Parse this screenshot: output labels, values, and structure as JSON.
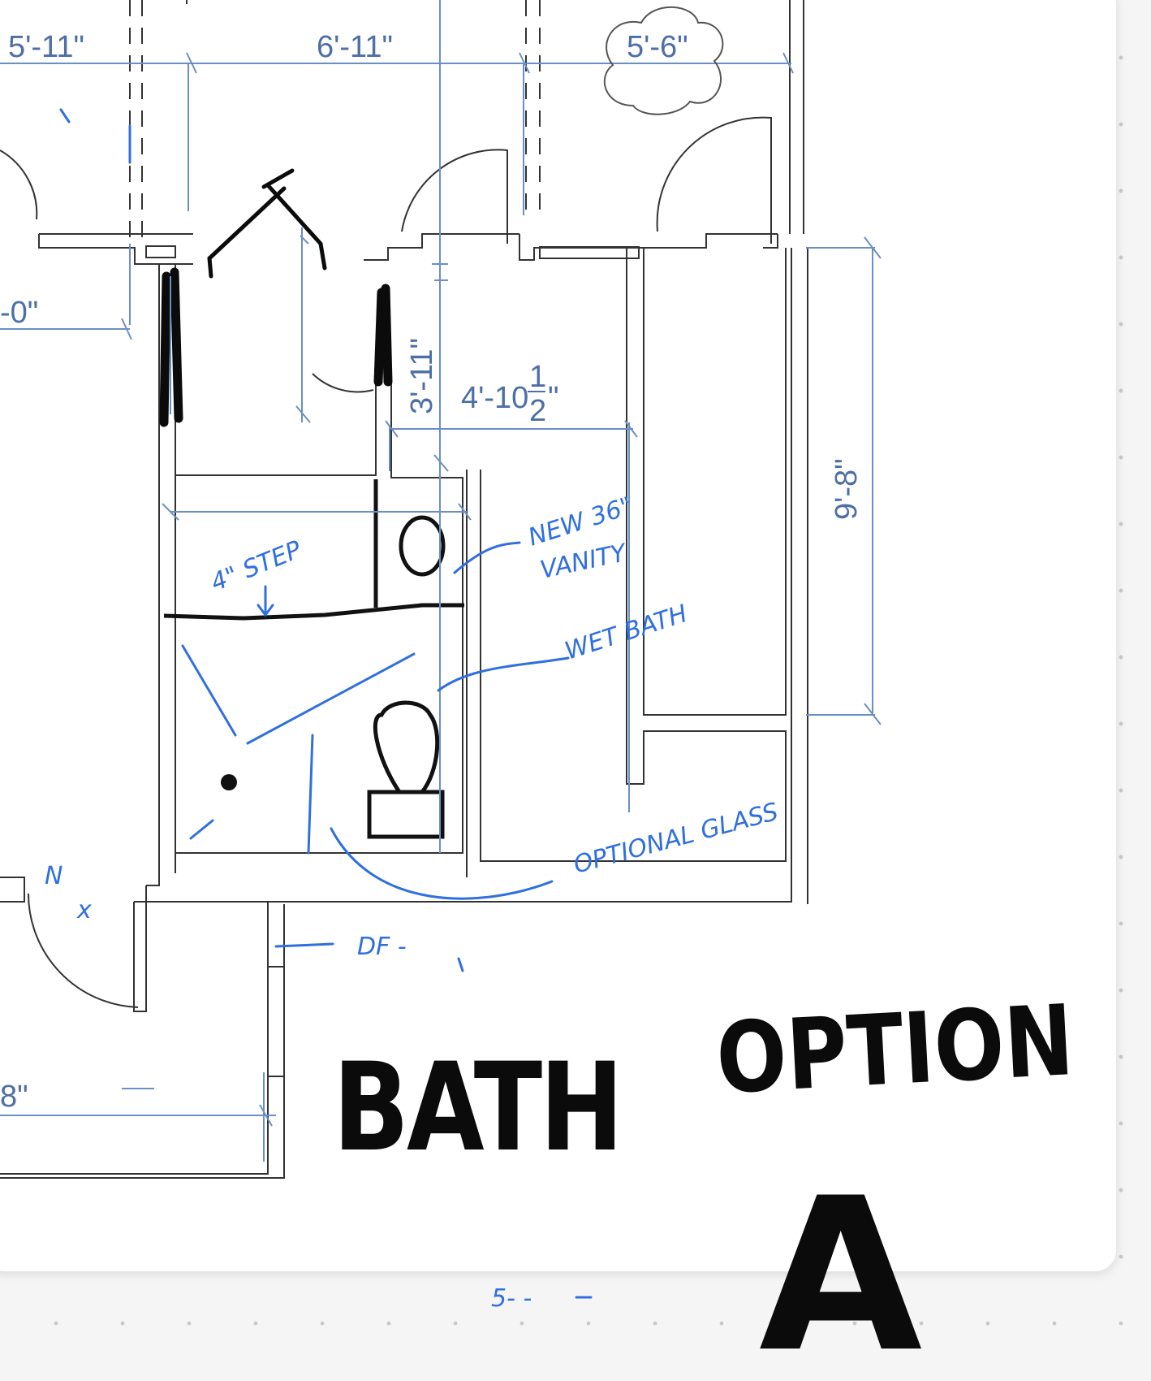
{
  "dimensions": {
    "top_left": "5'-11\"",
    "top_mid": "6'-11\"",
    "top_right": "5'-6\"",
    "left_mid": "-0\"",
    "left_bottom": "8\"",
    "vertical_closet": "3'-11\"",
    "horizontal_hall": "4'-10",
    "frac_num": "1",
    "frac_den": "2",
    "frac_inch": "\"",
    "vertical_right": "9'-8\""
  },
  "annotations": {
    "step": "4\" STEP",
    "vanity_line1": "NEW 36\"",
    "vanity_line2": "VANITY",
    "wet_bath": "WET BATH",
    "optional_glass": "OPTIONAL GLASS",
    "door_fragment": "DF -",
    "bottom_fragment": "5- -",
    "left_fragment1": "N",
    "left_fragment2": "x"
  },
  "title": {
    "word1": "BATH",
    "word2": "OPTION",
    "letter": "A"
  },
  "colors": {
    "plan_line": "#333333",
    "dimension": "#4d6fa5",
    "blue_ink": "#2f6fe0",
    "black_ink": "#0b0b0b",
    "paper": "#ffffff",
    "background": "#f5f5f6"
  }
}
